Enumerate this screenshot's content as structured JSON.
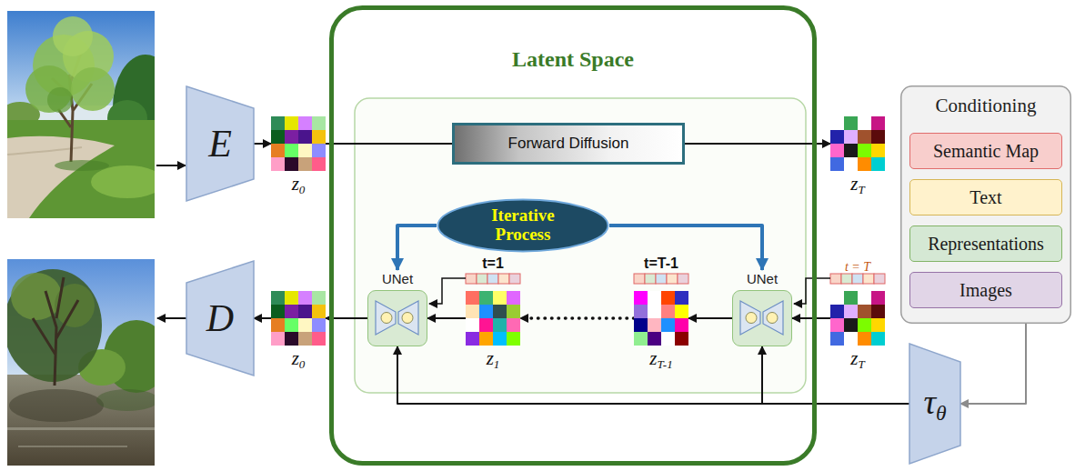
{
  "diagram": {
    "nodes": [
      {
        "text": [
          "E"
        ]
      },
      {
        "text": [
          "z0"
        ]
      },
      {
        "text": [
          "Latent Space"
        ]
      },
      {
        "text": [
          "Forward Diffusion"
        ],
        "in": 2
      },
      {
        "text": [
          "Iterative Process"
        ],
        "in": 2
      },
      {
        "text": [
          "UNet"
        ],
        "in": 2
      },
      {
        "text": [
          "z1"
        ],
        "in": 2
      },
      {
        "text": [
          "zT-1"
        ],
        "in": 2
      },
      {
        "text": [
          "UNet"
        ],
        "in": 2
      },
      {
        "text": [
          "zT"
        ]
      },
      {
        "text": [
          "zT"
        ]
      },
      {
        "text": [
          "D"
        ]
      },
      {
        "text": [
          "z0"
        ]
      },
      {
        "text": [
          "Conditioning"
        ]
      },
      {
        "text": [
          "Semantic Map"
        ],
        "in": 13
      },
      {
        "text": [
          "Text"
        ],
        "in": 13
      },
      {
        "text": [
          "Representations"
        ],
        "in": 13
      },
      {
        "text": [
          "Images"
        ],
        "in": 13
      },
      {
        "text": [
          "τθ"
        ]
      }
    ],
    "edges": [
      {
        "from": 0,
        "to": 1,
        "arrow": "to"
      },
      {
        "from": 1,
        "to": 3,
        "arrow": "none"
      },
      {
        "from": 3,
        "to": 9,
        "arrow": "to"
      },
      {
        "from": 10,
        "to": 8,
        "arrow": "to"
      },
      {
        "from": 8,
        "to": 7,
        "arrow": "to"
      },
      {
        "from": 7,
        "to": 6,
        "arrow": "to"
      },
      {
        "from": 6,
        "to": 5,
        "arrow": "to"
      },
      {
        "from": 5,
        "to": 12,
        "arrow": "to"
      },
      {
        "from": 12,
        "to": 11,
        "arrow": "to"
      },
      {
        "from": 4,
        "to": 5,
        "arrow": "to"
      },
      {
        "from": 4,
        "to": 8,
        "arrow": "to"
      },
      {
        "from": 18,
        "to": 5,
        "arrow": "to"
      },
      {
        "from": 18,
        "to": 8,
        "arrow": "to"
      },
      {
        "from": 13,
        "to": 18,
        "arrow": "to"
      }
    ],
    "labels": [
      "t=1",
      "t=T-1",
      "t = T"
    ]
  }
}
